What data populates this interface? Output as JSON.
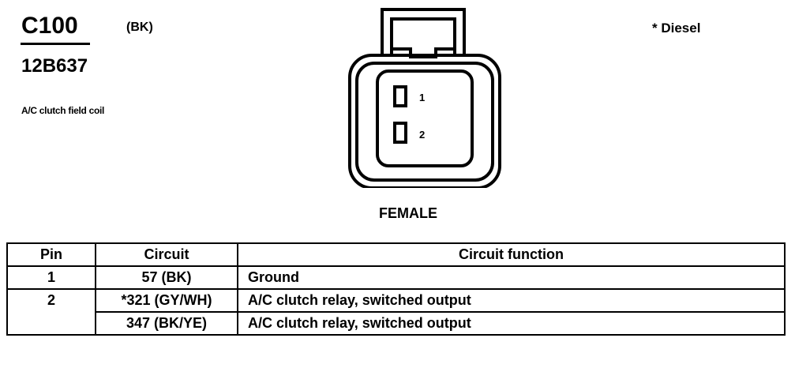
{
  "connector": {
    "id": "C100",
    "color": "(BK)",
    "part_number": "12B637",
    "component": "A/C clutch field coil",
    "note": "* Diesel",
    "gender": "FEMALE",
    "cavity_labels": [
      "1",
      "2"
    ]
  },
  "table": {
    "headers": {
      "pin": "Pin",
      "circuit": "Circuit",
      "function": "Circuit function"
    },
    "rows": [
      {
        "pin": "1",
        "circuit": "57 (BK)",
        "function": "Ground"
      },
      {
        "pin": "2",
        "circuit": "*321 (GY/WH)",
        "function": "A/C clutch relay, switched output"
      },
      {
        "pin": "",
        "circuit": "347 (BK/YE)",
        "function": "A/C clutch relay, switched output"
      }
    ]
  }
}
